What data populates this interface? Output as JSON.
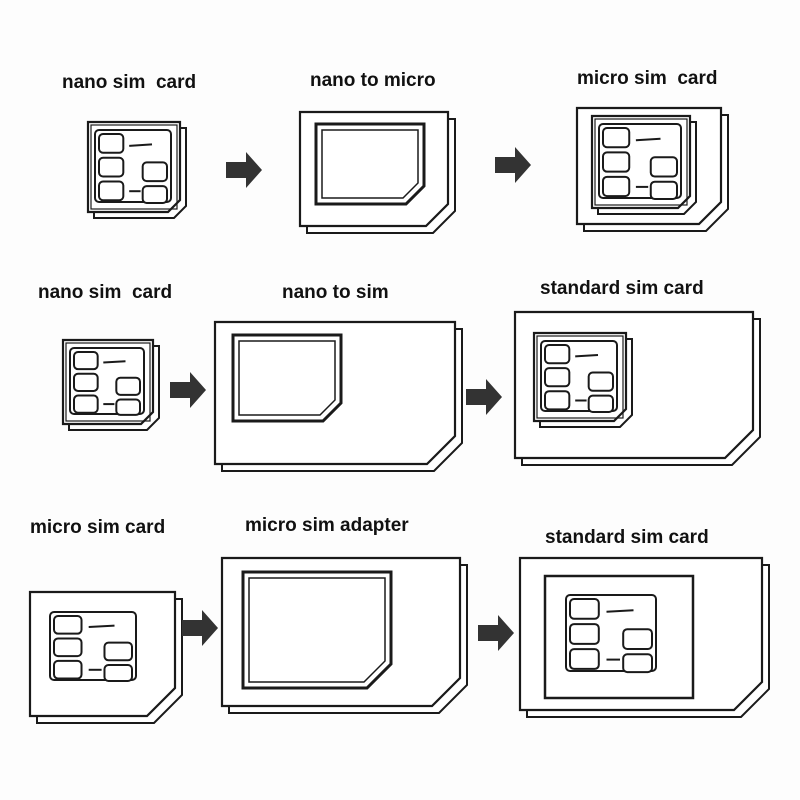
{
  "rows": [
    {
      "labels": [
        "nano sim  card",
        "nano to micro",
        "micro sim  card"
      ]
    },
    {
      "labels": [
        "nano sim  card",
        "nano to sim",
        "standard sim card"
      ]
    },
    {
      "labels": [
        "micro sim card",
        "micro sim adapter",
        "standard sim card"
      ]
    }
  ],
  "colors": {
    "line": "#1a1a1a",
    "arrow": "#333333",
    "card": "#ffffff"
  }
}
